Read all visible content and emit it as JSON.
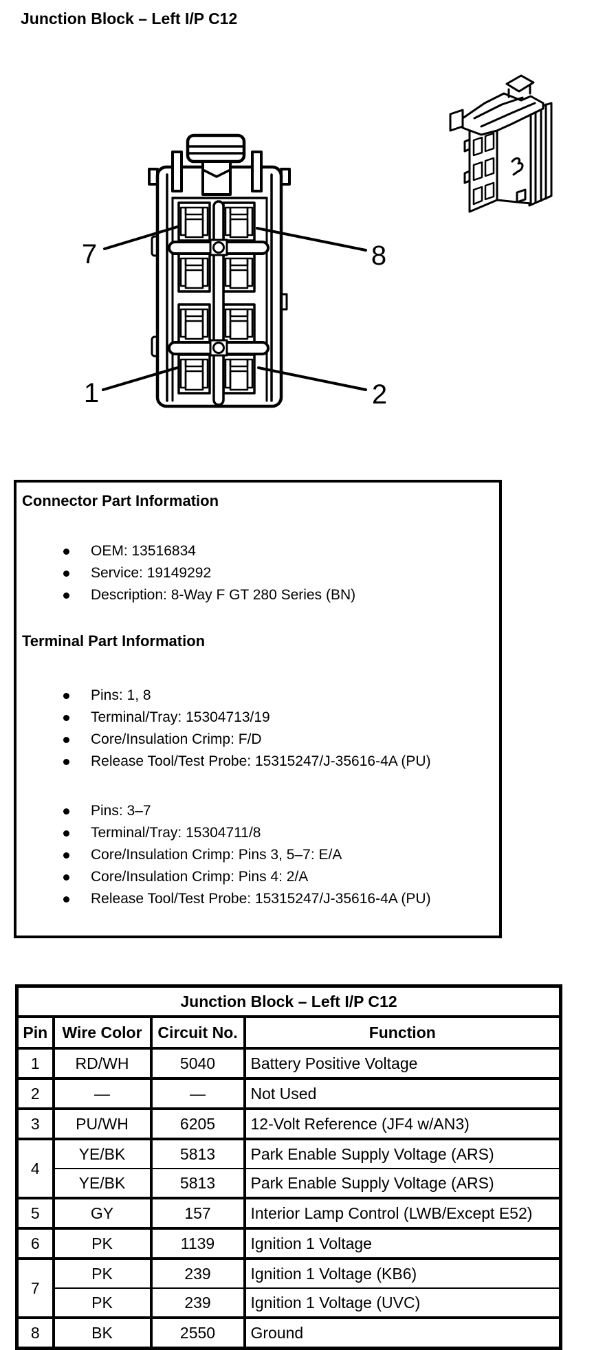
{
  "page_title": "Junction Block – Left I/P C12",
  "diagram": {
    "callouts": [
      "7",
      "8",
      "1",
      "2"
    ]
  },
  "connector_part_information": {
    "heading": "Connector Part Information",
    "items": [
      "OEM: 13516834",
      "Service: 19149292",
      "Description: 8-Way F GT 280 Series (BN)"
    ]
  },
  "terminal_part_information": {
    "heading": "Terminal Part Information",
    "group1": [
      "Pins: 1, 8",
      "Terminal/Tray: 15304713/19",
      "Core/Insulation Crimp: F/D",
      "Release Tool/Test Probe: 15315247/J-35616-4A (PU)"
    ],
    "group2": [
      "Pins: 3–7",
      "Terminal/Tray: 15304711/8",
      "Core/Insulation Crimp: Pins 3, 5–7: E/A",
      "Core/Insulation Crimp: Pins 4: 2/A",
      "Release Tool/Test Probe: 15315247/J-35616-4A (PU)"
    ]
  },
  "pin_table": {
    "title": "Junction Block – Left I/P C12",
    "columns": [
      "Pin",
      "Wire Color",
      "Circuit No.",
      "Function"
    ],
    "rows": [
      {
        "pin": "1",
        "wire": "RD/WH",
        "circuit": "5040",
        "function": "Battery Positive Voltage"
      },
      {
        "pin": "2",
        "wire": "—",
        "circuit": "—",
        "function": "Not Used"
      },
      {
        "pin": "3",
        "wire": "PU/WH",
        "circuit": "6205",
        "function": "12-Volt Reference (JF4 w/AN3)"
      },
      {
        "pin": "4",
        "wire": "YE/BK",
        "circuit": "5813",
        "function": "Park Enable Supply Voltage (ARS)"
      },
      {
        "pin": "4",
        "wire": "YE/BK",
        "circuit": "5813",
        "function": "Park Enable Supply Voltage (ARS)"
      },
      {
        "pin": "5",
        "wire": "GY",
        "circuit": "157",
        "function": "Interior Lamp Control (LWB/Except E52)"
      },
      {
        "pin": "6",
        "wire": "PK",
        "circuit": "1139",
        "function": "Ignition 1 Voltage"
      },
      {
        "pin": "7",
        "wire": "PK",
        "circuit": "239",
        "function": "Ignition 1 Voltage (KB6)"
      },
      {
        "pin": "7",
        "wire": "PK",
        "circuit": "239",
        "function": "Ignition 1 Voltage (UVC)"
      },
      {
        "pin": "8",
        "wire": "BK",
        "circuit": "2550",
        "function": "Ground"
      }
    ]
  }
}
